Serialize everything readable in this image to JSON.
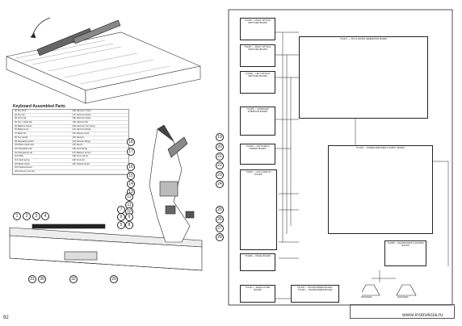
{
  "page": {
    "number": "92",
    "watermark": "www.instrukcia.ru"
  },
  "left_panel": {
    "parts_title": "Keyboard Assembled Parts",
    "parts": [
      [
        "(1) Key front",
        "(16) Hammer \"Look\""
      ],
      [
        "(2) Key top",
        "(17) Hammer shank"
      ],
      [
        "(3) Front rail",
        "(18) Hammer shank"
      ],
      [
        "(4) Key / chase bar",
        "(19) Hammer felt"
      ],
      [
        "(5) Balance rail pin",
        "(20) Hammer rest spring"
      ],
      [
        "(6) Balance pin",
        "(21) Hammer flange"
      ],
      [
        "(7) Back rail",
        "(22) Flange screw"
      ],
      [
        "(8) Key weight",
        "(23) Damper"
      ],
      [
        "(9) Regulating button",
        "(24) Damper flange"
      ],
      [
        "(10) Back check wire",
        "(25) Spoon"
      ],
      [
        "(11) Regulating rail",
        "(26) Jack flange"
      ],
      [
        "(12) Regulating rail",
        "(27) Balance rail pin"
      ],
      [
        "(13) Whip",
        "(28) Front rail pin"
      ],
      [
        "(14) Jack spring",
        "(29) Front pin"
      ],
      [
        "(15) Back check",
        "(30) Optical sensor"
      ],
      [
        "(31) Optical sensor",
        ""
      ],
      [
        "(32) Hammer rest rail",
        ""
      ]
    ],
    "callouts_right": [
      "19",
      "20",
      "21",
      "22",
      "23",
      "24",
      "25",
      "26",
      "27",
      "28"
    ],
    "callouts_left": [
      "18",
      "17",
      "16",
      "15",
      "14",
      "13",
      "12",
      "11",
      "10",
      "9",
      "8",
      "7",
      "6",
      "5"
    ],
    "callouts_bottom_left": [
      "1",
      "2",
      "3",
      "4"
    ],
    "callouts_bottom": [
      "31",
      "30",
      "32",
      "29"
    ]
  },
  "right_panel": {
    "blocks": [
      {
        "id": "b1",
        "label": "TX1006 — RIGHT OPTICAL SWITCHES BOARD"
      },
      {
        "id": "b2",
        "label": "TX1007 — RIGHT OPTICAL SWITCHES BOARD"
      },
      {
        "id": "b3",
        "label": "TX1008 — LEFT OPTICAL SWITCHES BOARD"
      },
      {
        "id": "b4",
        "label": "TX1468 — KEYBOARD INTERFACE BOARD"
      },
      {
        "id": "b5",
        "label": "TX1469 — SWITCHES & FADERS BOARD"
      },
      {
        "id": "b6",
        "label": "TX0007 — AUX & MIDI I/O BOARD"
      },
      {
        "id": "b7",
        "label": "TX1482 — PEDAL BOARD"
      },
      {
        "id": "b8",
        "label": "TX1461 — MAINS FILTER BOARD"
      },
      {
        "id": "b9",
        "label": "TX1417 — CPU & SOUND GENERATOR BOARD"
      },
      {
        "id": "b10",
        "label": "TX1418 — POWER AMPLIFIER & SUPPLY BOARD"
      },
      {
        "id": "b11",
        "label": "TX1488 — HEADPHONES & PHONES BOARD"
      },
      {
        "id": "b12",
        "label": "TX1435 — TRANSFORMER BOARD / TX1436 — TRANSFORMER BOARD"
      }
    ],
    "woofer_labels": [
      "WOOFER",
      "WOOFER"
    ]
  }
}
